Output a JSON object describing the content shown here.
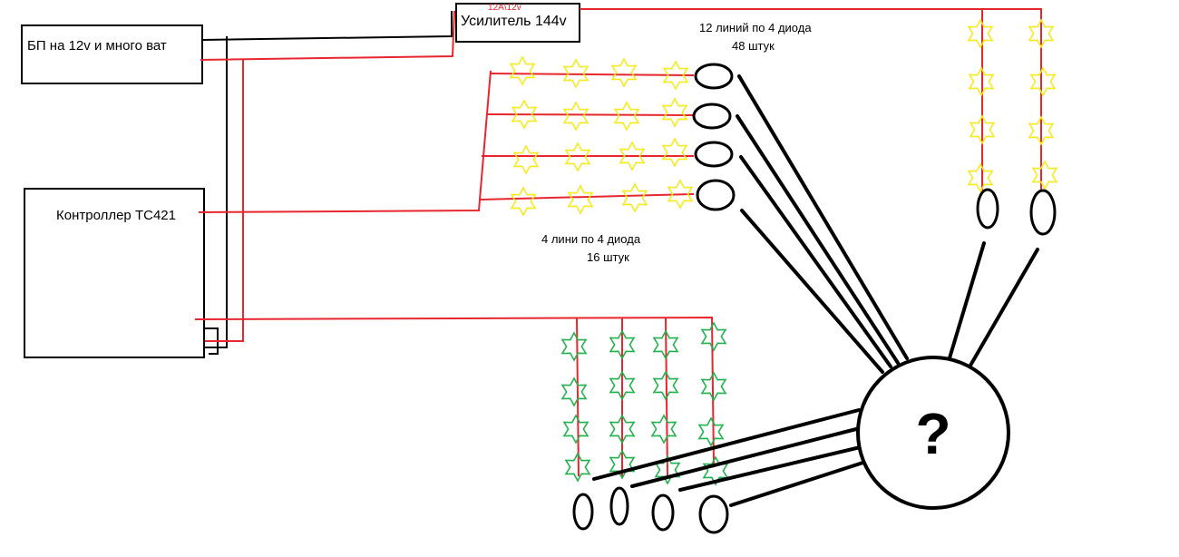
{
  "labels": {
    "power_supply": "БП на 12v и много ват",
    "controller": "Контроллер ТС421",
    "amplifier": "Усилитель 144v",
    "amp_rating": "12A\\12v",
    "group_yellow_top_1": "12 линий по 4 диода",
    "group_yellow_top_2": "48 штук",
    "group_yellow_left_1": "4 лини по 4 диода",
    "group_yellow_left_2": "16 штук",
    "question": "?"
  },
  "colors": {
    "wire_red": "#e8262e",
    "wire_black": "#000000",
    "star_yellow": "#f5ea1e",
    "star_green": "#22b14c",
    "background": "#ffffff"
  },
  "icons": {
    "led": "star-icon",
    "connector": "ellipse-connector",
    "unknown": "question-circle"
  }
}
